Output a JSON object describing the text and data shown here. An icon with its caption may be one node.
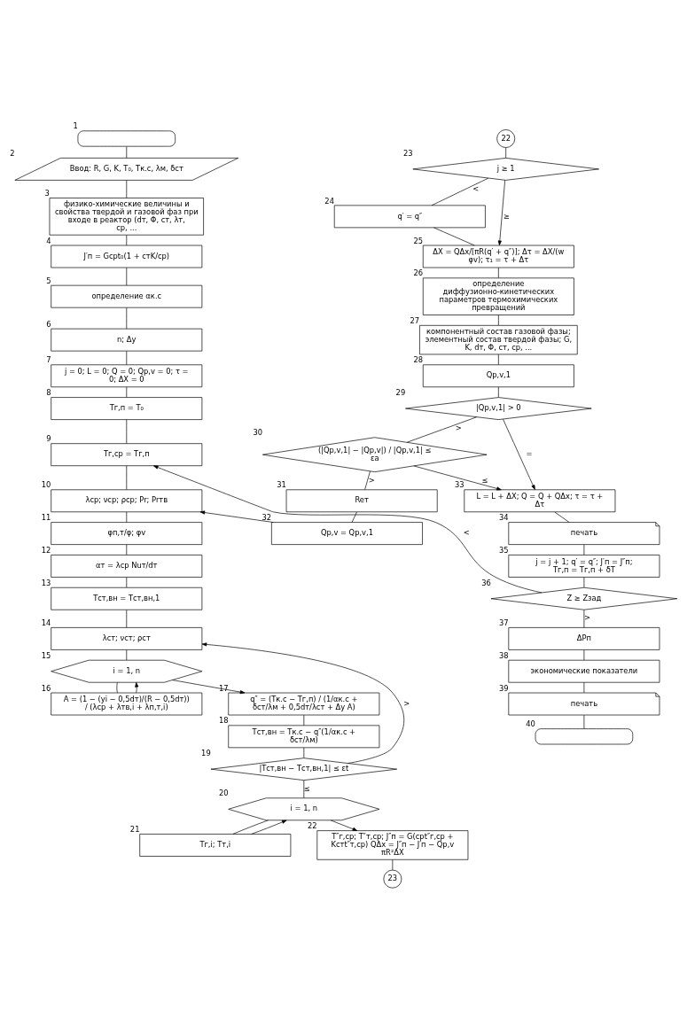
{
  "diagram": {
    "nodes": [
      {
        "text": [],
        "shape": "oval",
        "beside": [
          "1"
        ]
      },
      {
        "text": [
          "Ввод: R, G, K, T₀, Tк.с, λм, δст"
        ],
        "beside": [
          "2"
        ]
      },
      {
        "text": [
          "физико-химические величины и свойства твердой и газовой фаз при входе в реактор (dт, Φ, cт, λт, cp, ..."
        ],
        "beside": [
          "3"
        ]
      },
      {
        "text": [
          "J′п = Gcpt₀(1 + cтK/cp)"
        ],
        "beside": [
          "4"
        ]
      },
      {
        "text": [
          "определение αк.с"
        ],
        "beside": [
          "5"
        ]
      },
      {
        "text": [
          "n; Δy"
        ],
        "beside": [
          "6"
        ]
      },
      {
        "text": [
          "j = 0; L = 0; Q = 0; Qp,v = 0; τ = 0; ΔX = 0"
        ],
        "beside": [
          "7"
        ]
      },
      {
        "text": [
          "Tг,п = T₀"
        ],
        "beside": [
          "8"
        ]
      },
      {
        "text": [
          "Tг,ср = Tг,п"
        ],
        "beside": [
          "9"
        ]
      },
      {
        "text": [
          "λср; νср; ρср; Pr; Prтв"
        ],
        "beside": [
          "10"
        ]
      },
      {
        "text": [
          "φп,т/φ; φv"
        ],
        "beside": [
          "11"
        ]
      },
      {
        "text": [
          "αт = λср Nuт/dт"
        ],
        "beside": [
          "12"
        ]
      },
      {
        "text": [
          "Tст,вн = Tст,вн,1"
        ],
        "beside": [
          "13"
        ]
      },
      {
        "text": [
          "λст; νст; ρст"
        ],
        "beside": [
          "14"
        ]
      },
      {
        "text": [
          "i = 1, n"
        ],
        "beside": [
          "15"
        ]
      },
      {
        "text": [
          "A = (1 − (yi − 0,5dт)/(R − 0,5dт)) / (λср + λтв,i + λп,т,i)"
        ],
        "beside": [
          "16"
        ]
      },
      {
        "text": [
          "q″ = (Tк.с − Tг,п) / (1/αк.с + δст/λм + 0,5dт/λст + Δy A)"
        ],
        "beside": [
          "17"
        ]
      },
      {
        "text": [
          "Tст,вн = Tк.с − q″(1/αк.с + δст/λм)"
        ],
        "beside": [
          "18"
        ]
      },
      {
        "text": [
          "|Tст,вн − Tст,вн,1| ≤ εt"
        ],
        "beside": [
          "19"
        ]
      },
      {
        "text": [
          "i = 1, n"
        ],
        "beside": [
          "20"
        ]
      },
      {
        "text": [
          "Tг,i; Tт,i"
        ],
        "beside": [
          "21"
        ]
      },
      {
        "text": [
          "T″г,ср; T″т,ср; J″п = G(cpt″г,ср + Kcтt″т,ср) QΔx = J″п − J′п − Qp,v πR²ΔX"
        ],
        "beside": [
          "22"
        ]
      },
      {
        "text": [
          "23"
        ]
      },
      {
        "text": [
          "22"
        ]
      },
      {
        "text": [
          "j ≥ 1"
        ],
        "beside": [
          "23"
        ]
      },
      {
        "text": [
          "q′ = q″"
        ],
        "beside": [
          "24"
        ]
      },
      {
        "text": [
          "ΔX = QΔx/[πR(q′ + q″)]; Δτ = ΔX/(w φv); τ₁ = τ + Δτ"
        ],
        "beside": [
          "25"
        ]
      },
      {
        "text": [
          "определение диффузионно-кинетических параметров термохимических превращений"
        ],
        "beside": [
          "26"
        ]
      },
      {
        "text": [
          "компонентный состав газовой фазы; элементный состав твердой фазы; G, K, dт, Φ, cт, cp, ..."
        ],
        "beside": [
          "27"
        ]
      },
      {
        "text": [
          "Qp,v,1"
        ],
        "beside": [
          "28"
        ]
      },
      {
        "text": [
          "|Qp,v,1| > 0"
        ],
        "beside": [
          "29"
        ]
      },
      {
        "text": [
          "(|Qp,v,1| − |Qp,v|) / |Qp,v,1| ≤ εa"
        ],
        "beside": [
          "30"
        ]
      },
      {
        "text": [
          "Reт"
        ],
        "beside": [
          "31"
        ]
      },
      {
        "text": [
          "Qp,v = Qp,v,1"
        ],
        "beside": [
          "32"
        ]
      },
      {
        "text": [
          "L = L + ΔX; Q = Q + QΔx; τ = τ + Δτ"
        ],
        "beside": [
          "33"
        ]
      },
      {
        "text": [
          "печать"
        ],
        "beside": [
          "34"
        ]
      },
      {
        "text": [
          "j = j + 1; q′ = q″; J′п = J″п; Tг,п = Tг,п + δT"
        ],
        "beside": [
          "35"
        ]
      },
      {
        "text": [
          "Z ≥ Zзад"
        ],
        "beside": [
          "36"
        ]
      },
      {
        "text": [
          "ΔPп"
        ],
        "beside": [
          "37"
        ]
      },
      {
        "text": [
          "экономические показатели"
        ],
        "beside": [
          "38"
        ]
      },
      {
        "text": [
          "печать"
        ],
        "beside": [
          "39"
        ]
      },
      {
        "text": [],
        "shape": "oval",
        "beside": [
          "40"
        ]
      }
    ],
    "edges": [
      {
        "from": 0,
        "to": 1,
        "arrow": "none"
      },
      {
        "from": 1,
        "to": 2,
        "arrow": "none"
      },
      {
        "from": 2,
        "to": 3,
        "arrow": "none"
      },
      {
        "from": 3,
        "to": 4,
        "arrow": "none"
      },
      {
        "from": 4,
        "to": 5,
        "arrow": "none"
      },
      {
        "from": 5,
        "to": 6,
        "arrow": "none"
      },
      {
        "from": 6,
        "to": 7,
        "arrow": "none"
      },
      {
        "from": 7,
        "to": 8,
        "arrow": "none"
      },
      {
        "from": 8,
        "to": 9,
        "arrow": "none"
      },
      {
        "from": 9,
        "to": 10,
        "arrow": "none"
      },
      {
        "from": 10,
        "to": 11,
        "arrow": "none"
      },
      {
        "from": 11,
        "to": 12,
        "arrow": "none"
      },
      {
        "from": 12,
        "to": 13,
        "arrow": "none"
      },
      {
        "from": 13,
        "to": 14,
        "arrow": "none"
      },
      {
        "from": 14,
        "to": 15,
        "arrow": "none"
      },
      {
        "from": 15,
        "to": 14,
        "arrow": "to"
      },
      {
        "from": 14,
        "to": 16,
        "arrow": "to"
      },
      {
        "from": 16,
        "to": 17,
        "arrow": "none"
      },
      {
        "from": 17,
        "to": 18,
        "arrow": "none"
      },
      {
        "from": 18,
        "to": 13,
        "arrow": "to",
        "label": ">"
      },
      {
        "from": 18,
        "to": 19,
        "arrow": "none",
        "label": "≤"
      },
      {
        "from": 19,
        "to": 20,
        "arrow": "none"
      },
      {
        "from": 20,
        "to": 19,
        "arrow": "to"
      },
      {
        "from": 19,
        "to": 21,
        "arrow": "to"
      },
      {
        "from": 21,
        "to": 22,
        "arrow": "none"
      },
      {
        "from": 23,
        "to": 24,
        "arrow": "none"
      },
      {
        "from": 24,
        "to": 25,
        "arrow": "none",
        "label": "<"
      },
      {
        "from": 24,
        "to": 26,
        "arrow": "to",
        "label": "≥"
      },
      {
        "from": 25,
        "to": 26,
        "arrow": "none"
      },
      {
        "from": 26,
        "to": 27,
        "arrow": "none"
      },
      {
        "from": 27,
        "to": 28,
        "arrow": "none"
      },
      {
        "from": 28,
        "to": 29,
        "arrow": "none"
      },
      {
        "from": 29,
        "to": 30,
        "arrow": "none"
      },
      {
        "from": 30,
        "to": 31,
        "arrow": "none",
        "label": ">"
      },
      {
        "from": 30,
        "to": 34,
        "arrow": "to",
        "label": "="
      },
      {
        "from": 31,
        "to": 32,
        "arrow": "none",
        "label": ">"
      },
      {
        "from": 31,
        "to": 34,
        "arrow": "to",
        "label": "≤"
      },
      {
        "from": 32,
        "to": 33,
        "arrow": "none"
      },
      {
        "from": 33,
        "to": 9,
        "arrow": "to"
      },
      {
        "from": 34,
        "to": 35,
        "arrow": "none"
      },
      {
        "from": 35,
        "to": 36,
        "arrow": "none"
      },
      {
        "from": 36,
        "to": 37,
        "arrow": "none"
      },
      {
        "from": 37,
        "to": 8,
        "arrow": "to",
        "label": "<"
      },
      {
        "from": 37,
        "to": 38,
        "arrow": "none",
        "label": ">"
      },
      {
        "from": 38,
        "to": 39,
        "arrow": "none"
      },
      {
        "from": 39,
        "to": 40,
        "arrow": "none"
      },
      {
        "from": 40,
        "to": 41,
        "arrow": "none"
      }
    ]
  }
}
